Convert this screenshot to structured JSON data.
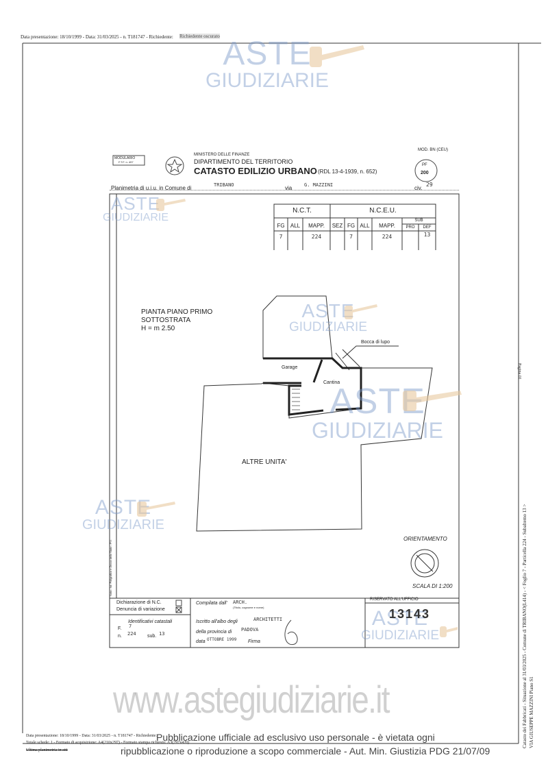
{
  "header_line": "Data presentazione: 18/10/1999 - Data: 31/03/2025 - n. T181747 - Richiedente: ",
  "header_requester_redacted": "Richiedente oscurato",
  "form": {
    "modulario": "MODULARIO",
    "modulario_sub": "F.T.F. n. 497",
    "ministry": "MINISTERO DELLE FINANZE",
    "department": "DIPARTIMENTO DEL TERRITORIO",
    "title": "CATASTO EDILIZIO URBANO",
    "title_ref": "(RDL 13-4-1939, n. 652)",
    "model": "MOD. BN (CEU)",
    "stamp_top": "PF",
    "stamp_num": "200",
    "plan_label": "Planimetria di u.i.u. in Comune di",
    "comune": "TRIBANO",
    "via_label": "via",
    "via": "G. MAZZINI",
    "civ_label": "civ.",
    "civ": "29"
  },
  "id_table": {
    "nct_header": "N.C.T.",
    "nceu_header": "N.C.E.U.",
    "sub_header": "SUB",
    "columns": [
      "FG",
      "ALL",
      "MAPP.",
      "SEZ",
      "FG",
      "ALL",
      "MAPP.",
      "PRO",
      "DEF"
    ],
    "values": [
      "7",
      "",
      "224",
      "",
      "7",
      "",
      "224",
      "",
      "13"
    ]
  },
  "plan": {
    "title_lines": [
      "PIANTA PIANO PRIMO",
      "SOTTOSTRATA",
      "H = m 2.50"
    ],
    "rooms": [
      "Garage",
      "Cantina"
    ],
    "bocca_label": "Bocca di lupo",
    "other_units": "ALTRE UNITA'",
    "orientation_label": "ORIENTAMENTO",
    "scale": "SCALA DI 1:200",
    "side_note": "Nota - Ist. Poligrafico e Zecca dello Stato - P.V."
  },
  "footer_form": {
    "dichiarazione": "Dichiarazione di N.C.",
    "denuncia": "Denuncia di variazione",
    "identificativi": "Identificativi catastali",
    "f_label": "F.",
    "f_value": "7",
    "n_label": "n.",
    "n_value": "224",
    "sub_label": "sub.",
    "sub_value": "13",
    "compilata": "Compilata dall'",
    "compilata_value": "ARCH.",
    "compilata_hint": "(Titolo, cognome e nome)",
    "iscritto": "Iscritto all'albo degli",
    "iscritto_value": "ARCHITETTI",
    "provincia": "della provincia di",
    "provincia_value": "PADOVA",
    "data_label": "data",
    "data_value": "OTTOBRE 1999",
    "firma": "Firma",
    "riservato": "RISERVATO ALL'UFFICIO",
    "protocol": "13143"
  },
  "bottom": {
    "line1": "Data presentazione: 18/10/1999 - Data: 31/03/2025 - n. T181747 - Richiedente:",
    "line2": "Totale schede: 1 - Formato di acquisizione: A4(210x297) - Formato stampa richiesto: A3(297x420)",
    "line3": "Ultima planimetria in atti",
    "notice1": "Pubblicazione ufficiale ad esclusivo uso personale - è vietata ogni",
    "notice2": "ripubblicazione o riproduzione a scopo commerciale - Aut. Min. Giustizia PDG 21/07/09"
  },
  "side_text": {
    "line1": "Catasto dei Fabbricati - Situazione al 31/03/2025 - Comune di TRIBANO(L414) - < Foglio 7 - Particella 224 - Subalterno 13 >",
    "line2": "VIA GIUSEPPE MAZZINI Piano S1",
    "page_mark": "Pagina 01"
  },
  "watermark": {
    "aste": "ASTE",
    "giudiziarie": "GIUDIZIARIE",
    "site": "www.astegiudiziarie.it"
  },
  "colors": {
    "watermark_blue": "#7896c8",
    "gavel": "#e8c9a0"
  }
}
